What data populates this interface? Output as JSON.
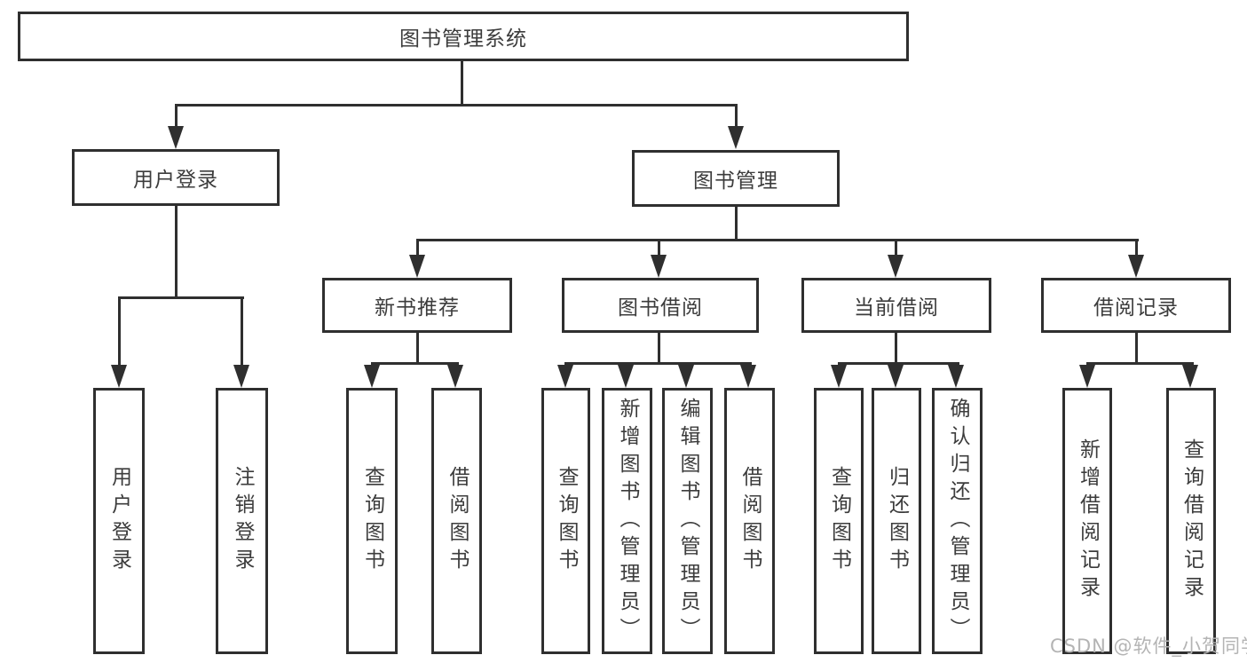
{
  "diagram": {
    "title": "图书管理系统",
    "watermark": "CSDN @软件_小贺同学",
    "colors": {
      "background": "#ffffff",
      "line": "#2f2f2f",
      "box_border": "#2f2f2f",
      "text": "#3c3c3c",
      "watermark": "#b4b4b4"
    },
    "nodes": {
      "root": {
        "label": "图书管理系统"
      },
      "user_login": {
        "label": "用户登录"
      },
      "book_mgmt": {
        "label": "图书管理"
      },
      "new_books": {
        "label": "新书推荐"
      },
      "book_borrow": {
        "label": "图书借阅"
      },
      "current_borrow": {
        "label": "当前借阅"
      },
      "borrow_records": {
        "label": "借阅记录"
      },
      "leaf_user_login": {
        "label": "用户登录"
      },
      "leaf_logout": {
        "label": "注销登录"
      },
      "leaf_nb_query": {
        "label": "查询图书"
      },
      "leaf_nb_borrow": {
        "label": "借阅图书"
      },
      "leaf_bb_query": {
        "label": "查询图书"
      },
      "leaf_bb_add": {
        "label": "新增图书（管理员）"
      },
      "leaf_bb_edit": {
        "label": "编辑图书（管理员）"
      },
      "leaf_bb_borrow": {
        "label": "借阅图书"
      },
      "leaf_cb_query": {
        "label": "查询图书"
      },
      "leaf_cb_return": {
        "label": "归还图书"
      },
      "leaf_cb_confirm": {
        "label": "确认归还（管理员）"
      },
      "leaf_br_add": {
        "label": "新增借阅记录"
      },
      "leaf_br_query": {
        "label": "查询借阅记录"
      }
    },
    "tree": {
      "图书管理系统": {
        "用户登录": [
          "用户登录",
          "注销登录"
        ],
        "图书管理": {
          "新书推荐": [
            "查询图书",
            "借阅图书"
          ],
          "图书借阅": [
            "查询图书",
            "新增图书（管理员）",
            "编辑图书（管理员）",
            "借阅图书"
          ],
          "当前借阅": [
            "查询图书",
            "归还图书",
            "确认归还（管理员）"
          ],
          "借阅记录": [
            "新增借阅记录",
            "查询借阅记录"
          ]
        }
      }
    }
  }
}
